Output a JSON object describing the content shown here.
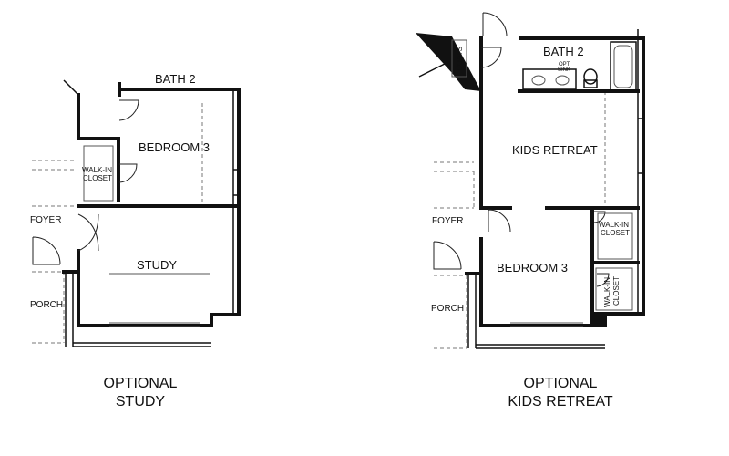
{
  "plans": {
    "study": {
      "rooms": {
        "bath2": "BATH 2",
        "bedroom3": "BEDROOM 3",
        "walkin_line1": "WALK-IN",
        "walkin_line2": "CLOSET",
        "foyer": "FOYER",
        "study": "STUDY",
        "porch": "PORCH"
      },
      "caption_line1": "OPTIONAL",
      "caption_line2": "STUDY"
    },
    "kids_retreat": {
      "rooms": {
        "coats": "COATS",
        "bath2": "BATH 2",
        "opt_sink_line1": "OPT.",
        "opt_sink_line2": "SINK",
        "kids_retreat": "KIDS RETREAT",
        "foyer": "FOYER",
        "walkin1_line1": "WALK-IN",
        "walkin1_line2": "CLOSET",
        "bedroom3": "BEDROOM 3",
        "walkin2_line1": "WALK-IN",
        "walkin2_line2": "CLOSET",
        "porch": "PORCH"
      },
      "caption_line1": "OPTIONAL",
      "caption_line2": "KIDS RETREAT"
    }
  }
}
